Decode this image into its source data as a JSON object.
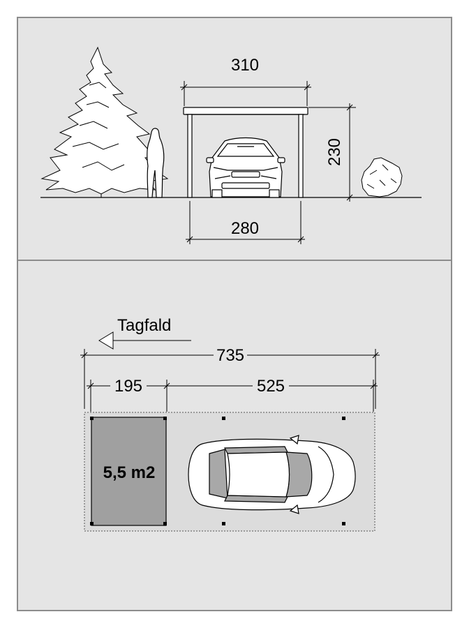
{
  "elevation": {
    "width_top": "310",
    "height": "230",
    "width_bottom": "280"
  },
  "plan": {
    "roof_slope_label": "Tagfald",
    "total_length": "735",
    "storage_length": "195",
    "carport_length": "525",
    "storage_area": "5,5 m2"
  },
  "colors": {
    "panel_bg": "#e5e5e5",
    "panel_border": "#8c8c8c",
    "storage_fill": "#a0a0a0",
    "carport_fill": "#dcdcdc"
  }
}
